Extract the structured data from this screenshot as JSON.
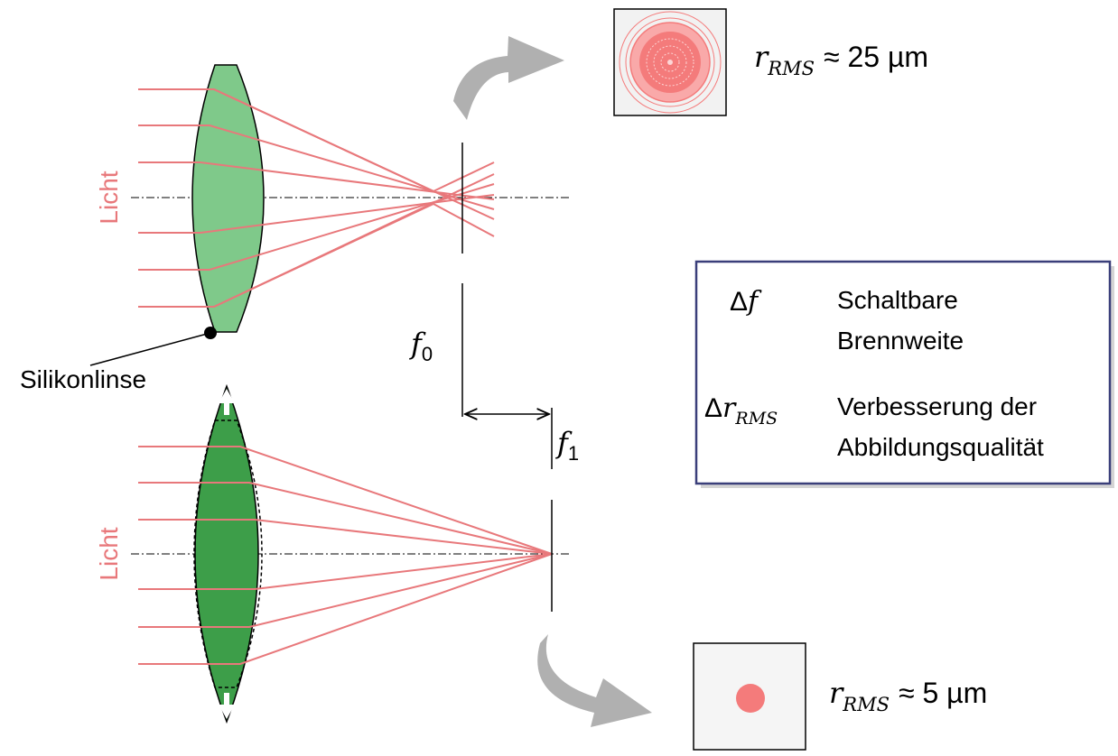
{
  "colors": {
    "ray": "#e8787b",
    "lens_top_fill": "#7fc98a",
    "lens_bottom_fill": "#3d9e49",
    "arrow_gray": "#b0b0b0",
    "spot": "#f47b7b",
    "box_border": "#3a3f7a"
  },
  "labels": {
    "light_top": "Licht",
    "light_bottom": "Licht",
    "silicone_lens": "Silikonlinse"
  },
  "focal": {
    "f0_sym": "f",
    "f0_sub": "0",
    "f1_sym": "f",
    "f1_sub": "1"
  },
  "spots": {
    "top": {
      "label_sym": "r",
      "label_sub": "RMS",
      "label_value": "≈ 25 µm"
    },
    "bottom": {
      "label_sym": "r",
      "label_sub": "RMS",
      "label_value": "≈ 5 µm"
    }
  },
  "legend": {
    "rows": [
      {
        "delta": "Δ",
        "sym": "f",
        "sub": "",
        "line1": "Schaltbare",
        "line2": "Brennweite"
      },
      {
        "delta": "Δ",
        "sym": "r",
        "sub": "RMS",
        "line1": "Verbesserung der",
        "line2": "Abbildungsqualität"
      }
    ]
  },
  "icons": {
    "curved_arrow_top": "curved-arrow-icon",
    "curved_arrow_bottom": "curved-arrow-icon",
    "lens_arrows": "up-down-arrow-icon"
  }
}
